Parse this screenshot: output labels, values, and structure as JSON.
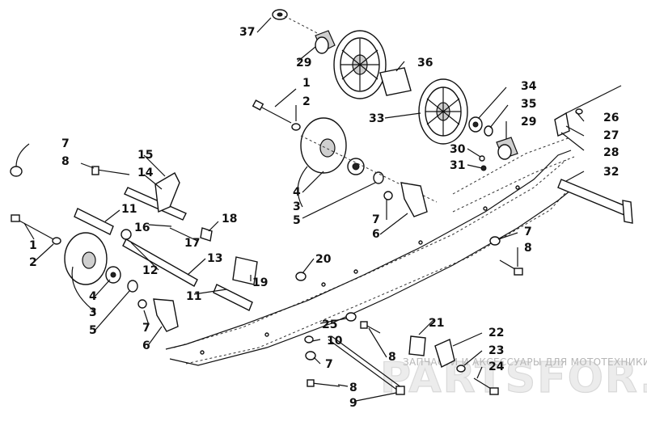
{
  "watermark": {
    "caption": "ЗАПЧАСТИ И АКСЕССУАРЫ ДЛЯ МОТОТЕХНИКИ",
    "brand": "PARTSFOR.RU"
  },
  "callouts": [
    {
      "id": "c37a",
      "n": "37"
    },
    {
      "id": "c29a",
      "n": "29"
    },
    {
      "id": "c36",
      "n": "36"
    },
    {
      "id": "c1a",
      "n": "1"
    },
    {
      "id": "c2a",
      "n": "2"
    },
    {
      "id": "c34",
      "n": "34"
    },
    {
      "id": "c35",
      "n": "35"
    },
    {
      "id": "c33",
      "n": "33"
    },
    {
      "id": "c29b",
      "n": "29"
    },
    {
      "id": "c26",
      "n": "26"
    },
    {
      "id": "c27",
      "n": "27"
    },
    {
      "id": "c30",
      "n": "30"
    },
    {
      "id": "c31",
      "n": "31"
    },
    {
      "id": "c28",
      "n": "28"
    },
    {
      "id": "c32",
      "n": "32"
    },
    {
      "id": "c7a",
      "n": "7"
    },
    {
      "id": "c8a",
      "n": "8"
    },
    {
      "id": "c15",
      "n": "15"
    },
    {
      "id": "c14",
      "n": "14"
    },
    {
      "id": "c4a",
      "n": "4"
    },
    {
      "id": "c3a",
      "n": "3"
    },
    {
      "id": "c5a",
      "n": "5"
    },
    {
      "id": "c11a",
      "n": "11"
    },
    {
      "id": "c18",
      "n": "18"
    },
    {
      "id": "c16",
      "n": "16"
    },
    {
      "id": "c17",
      "n": "17"
    },
    {
      "id": "c7b",
      "n": "7"
    },
    {
      "id": "c6a",
      "n": "6"
    },
    {
      "id": "c7c",
      "n": "7"
    },
    {
      "id": "c8b",
      "n": "8"
    },
    {
      "id": "c1b",
      "n": "1"
    },
    {
      "id": "c2b",
      "n": "2"
    },
    {
      "id": "c13",
      "n": "13"
    },
    {
      "id": "c20",
      "n": "20"
    },
    {
      "id": "c12",
      "n": "12"
    },
    {
      "id": "c19",
      "n": "19"
    },
    {
      "id": "c4b",
      "n": "4"
    },
    {
      "id": "c3b",
      "n": "3"
    },
    {
      "id": "c11b",
      "n": "11"
    },
    {
      "id": "c5b",
      "n": "5"
    },
    {
      "id": "c7d",
      "n": "7"
    },
    {
      "id": "c6b",
      "n": "6"
    },
    {
      "id": "c25",
      "n": "25"
    },
    {
      "id": "c10",
      "n": "10"
    },
    {
      "id": "c21",
      "n": "21"
    },
    {
      "id": "c22",
      "n": "22"
    },
    {
      "id": "c8c",
      "n": "8"
    },
    {
      "id": "c23",
      "n": "23"
    },
    {
      "id": "c7e",
      "n": "7"
    },
    {
      "id": "c24",
      "n": "24"
    },
    {
      "id": "c8d",
      "n": "8"
    },
    {
      "id": "c9",
      "n": "9"
    }
  ]
}
